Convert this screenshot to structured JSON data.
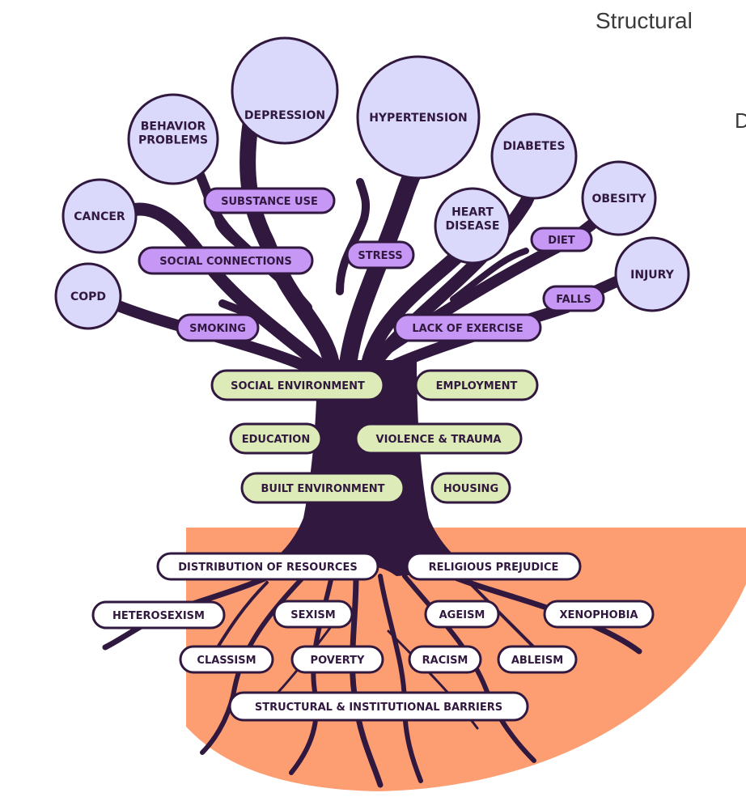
{
  "header": {
    "title_fragment": "Structural",
    "subtitle_fragment": "D"
  },
  "colors": {
    "ground": "#fd9e72",
    "trunk": "#31183f",
    "circle_fill": "#dad9fc",
    "outline": "#31183f",
    "purple_label": "#c797f6",
    "green_label": "#dcebb7",
    "white_label": "#ffffff"
  },
  "diseases": [
    {
      "lines": [
        "DEPRESSION"
      ]
    },
    {
      "lines": [
        "HYPERTENSION"
      ]
    },
    {
      "lines": [
        "BEHAVIOR",
        "PROBLEMS"
      ]
    },
    {
      "lines": [
        "DIABETES"
      ]
    },
    {
      "lines": [
        "CANCER"
      ]
    },
    {
      "lines": [
        "OBESITY"
      ]
    },
    {
      "lines": [
        "HEART",
        "DISEASE"
      ]
    },
    {
      "lines": [
        "INJURY"
      ]
    },
    {
      "lines": [
        "COPD"
      ]
    }
  ],
  "behaviors": [
    "SUBSTANCE USE",
    "SOCIAL CONNECTIONS",
    "STRESS",
    "DIET",
    "FALLS",
    "SMOKING",
    "LACK OF EXERCISE"
  ],
  "social_determinants": [
    "SOCIAL ENVIRONMENT",
    "EMPLOYMENT",
    "EDUCATION",
    "VIOLENCE & TRAUMA",
    "BUILT ENVIRONMENT",
    "HOUSING"
  ],
  "root_causes": [
    "DISTRIBUTION OF RESOURCES",
    "RELIGIOUS PREJUDICE",
    "HETEROSEXISM",
    "SEXISM",
    "AGEISM",
    "XENOPHOBIA",
    "CLASSISM",
    "POVERTY",
    "RACISM",
    "ABLEISM",
    "STRUCTURAL & INSTITUTIONAL BARRIERS"
  ]
}
